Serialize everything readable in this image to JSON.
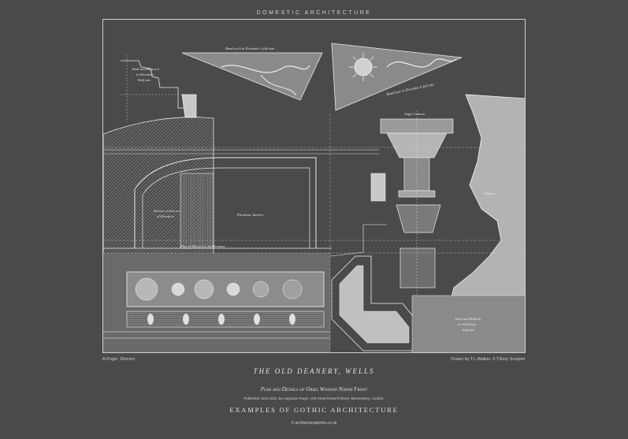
{
  "header": {
    "series_top": "DOMESTIC ARCHITECTURE"
  },
  "plate": {
    "labels": {
      "small_moulding": [
        "Jamb moulding a.b.",
        "in Elevation",
        "Half size"
      ],
      "band_left": "Band a.a.b in Elevation ½ full size",
      "band_right": "Band over in Elevation ½ full size",
      "angle_column": "Angle Column",
      "section_line": [
        "Section on line a.a",
        "of Elevation"
      ],
      "elevation": "Elevation, Interior",
      "plan_of_sill": "Plan of Sill at A.A. in Elevation",
      "mullion": "Mullion",
      "jamb_mullion": [
        "Jamb and Mullion",
        "at Full Sized",
        "half size"
      ]
    }
  },
  "credits": {
    "left": "A.Pugin. Director",
    "right": "Drawn by T.L.Walker, F.T.Bury Sculptor"
  },
  "title": "THE OLD DEANERY, WELLS",
  "subtitle": "Plan and Details of Oriel Window North Front",
  "published": "Published June 1831, by Augustus Pugin, 105 Great Russell Street, Bloomsbury, London.",
  "series": "EXAMPLES OF GOTHIC ARCHITECTURE",
  "website": "© architecturalprints.co.uk",
  "colors": {
    "background": "#4a4a4a",
    "line": "#e8e8e8"
  }
}
